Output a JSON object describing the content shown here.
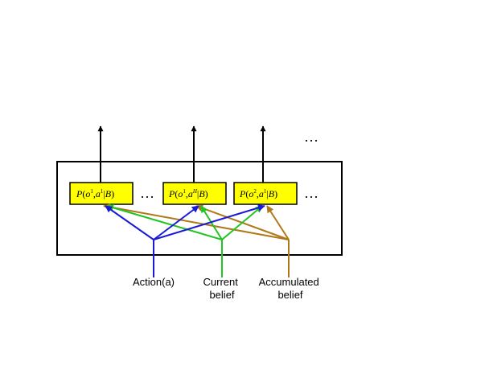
{
  "colors": {
    "action": "#1a1ad6",
    "current_belief": "#22c422",
    "accumulated_belief": "#b07818",
    "box_fill": "#ffff00",
    "stroke": "#000000"
  },
  "boxes": [
    {
      "p": "P",
      "lparen": "(",
      "o": "o",
      "o_sup": "1",
      "comma": ",",
      "a": "a",
      "a_sup": "1",
      "bar": "|",
      "b": "B",
      "rparen": ")"
    },
    {
      "p": "P",
      "lparen": "(",
      "o": "o",
      "o_sup": "1",
      "comma": ",",
      "a": "a",
      "a_sup": "H",
      "bar": "|",
      "b": "B",
      "rparen": ")"
    },
    {
      "p": "P",
      "lparen": "(",
      "o": "o",
      "o_sup": "2",
      "comma": ",",
      "a": "a",
      "a_sup": "1",
      "bar": "|",
      "b": "B",
      "rparen": ")"
    }
  ],
  "ellipsis": "…",
  "inputs": {
    "action": {
      "line1": "Action(a)"
    },
    "current_belief": {
      "line1": "Current",
      "line2": "belief"
    },
    "accumulated_belief": {
      "line1": "Accumulated",
      "line2": "belief"
    }
  }
}
